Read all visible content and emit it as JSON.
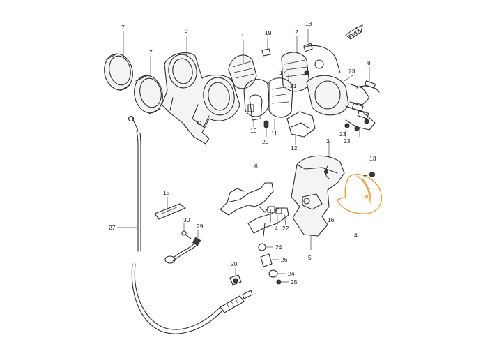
{
  "diagram": {
    "direction_label": "FWD",
    "highlight_color": "#f39a3a",
    "line_color": "#2b2b2b",
    "callouts": {
      "c1": "1",
      "c2": "2",
      "c3": "3",
      "c4": "4",
      "c4b": "4",
      "c5": "5",
      "c6": "6",
      "c7a": "7",
      "c7b": "7",
      "c8": "8",
      "c9": "9",
      "c10": "10",
      "c11": "11",
      "c12": "12",
      "c13": "13",
      "c15": "15",
      "c16": "16",
      "c17": "17",
      "c18": "18",
      "c19": "19",
      "c20a": "20",
      "c20b": "20",
      "c21": "21",
      "c22": "22",
      "c23a": "23",
      "c23b": "23",
      "c23c": "23",
      "c24a": "24",
      "c24b": "24",
      "c25": "25",
      "c26": "26",
      "c27": "27",
      "c29": "29",
      "c30": "30"
    }
  }
}
